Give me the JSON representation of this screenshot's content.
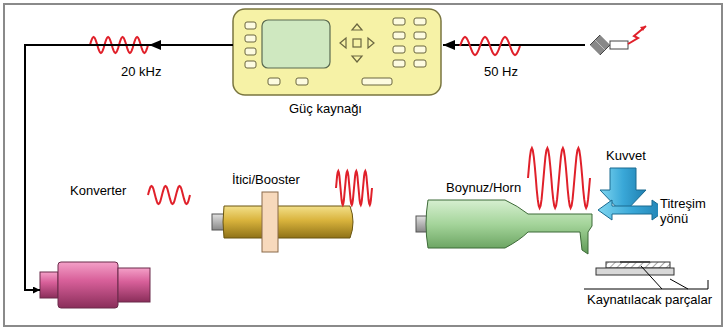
{
  "diagram": {
    "nodes": [
      {
        "text": [
          "Güç kaynağı"
        ]
      },
      {
        "text": [
          "Konverter"
        ]
      },
      {
        "text": [
          "İtici/Booster"
        ]
      },
      {
        "text": [
          "Boynuz/Horn"
        ]
      }
    ],
    "edges": [
      {
        "from": 0,
        "to": 1,
        "arrow": "to",
        "label": "20 kHz"
      }
    ],
    "labels": [
      "50 Hz",
      "Kuvvet",
      "Titreşim yönü",
      "Kaynatılacak parçalar"
    ]
  }
}
